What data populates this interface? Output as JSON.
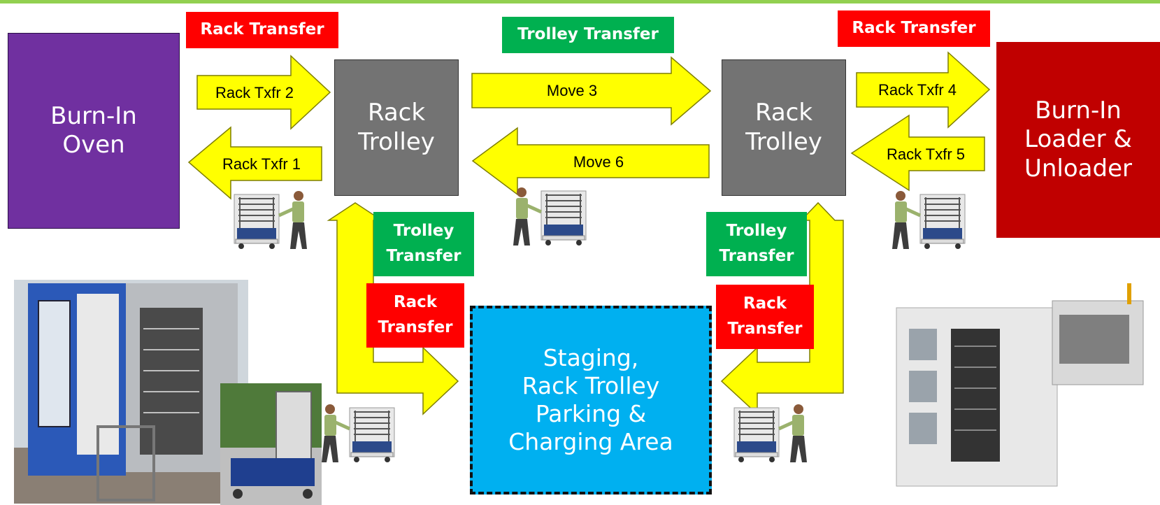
{
  "colors": {
    "top_bar": "#92d050",
    "oven": "#7030a0",
    "loader": "#c00000",
    "rack_trolley": "#737373",
    "staging": "#00b0f0",
    "arrow_fill": "#ffff00",
    "rack_transfer_tag": "#ff0000",
    "trolley_transfer_tag": "#00b050"
  },
  "nodes": {
    "oven": "Burn-In\nOven",
    "rack_trolley_left": "Rack\nTrolley",
    "rack_trolley_right": "Rack\nTrolley",
    "loader": "Burn-In\nLoader &\nUnloader",
    "staging": "Staging,\nRack Trolley\nParking &\nCharging Area"
  },
  "tags": {
    "rack_transfer_left": "Rack Transfer",
    "trolley_transfer_top": "Trolley Transfer",
    "rack_transfer_right": "Rack Transfer",
    "trolley_transfer_left": "Trolley\nTransfer",
    "rack_transfer_mid_left": "Rack\nTransfer",
    "trolley_transfer_right": "Trolley\nTransfer",
    "rack_transfer_mid_right": "Rack\nTransfer"
  },
  "arrows": {
    "rack_txfr_1": "Rack Txfr 1",
    "rack_txfr_2": "Rack Txfr 2",
    "move_3": "Move 3",
    "rack_txfr_4": "Rack Txfr 4",
    "rack_txfr_5": "Rack Txfr 5",
    "move_6": "Move 6"
  },
  "images": {
    "worker_trolley_icon": "worker-pushing-trolley",
    "oven_photo": "burn-in-oven-photo",
    "trolley_photo": "rack-trolley-photo",
    "loader_photo": "burn-in-loader-photo"
  }
}
